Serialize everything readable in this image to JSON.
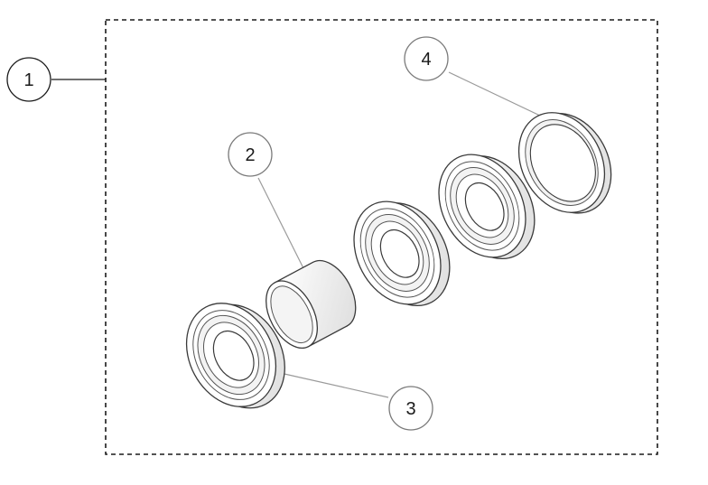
{
  "callouts": [
    {
      "id": "1",
      "label": "1",
      "target": "kit-boundary"
    },
    {
      "id": "2",
      "label": "2",
      "target": "spacer-sleeve"
    },
    {
      "id": "3",
      "label": "3",
      "target": "ball-bearing"
    },
    {
      "id": "4",
      "label": "4",
      "target": "seal-ring"
    }
  ],
  "colors": {
    "outline": "#3a3a3a",
    "leader": "#9a9a9a",
    "callout_stroke": "#7a7a7a",
    "part_fill": "#ffffff",
    "part_shade": "#e6e6e6"
  }
}
